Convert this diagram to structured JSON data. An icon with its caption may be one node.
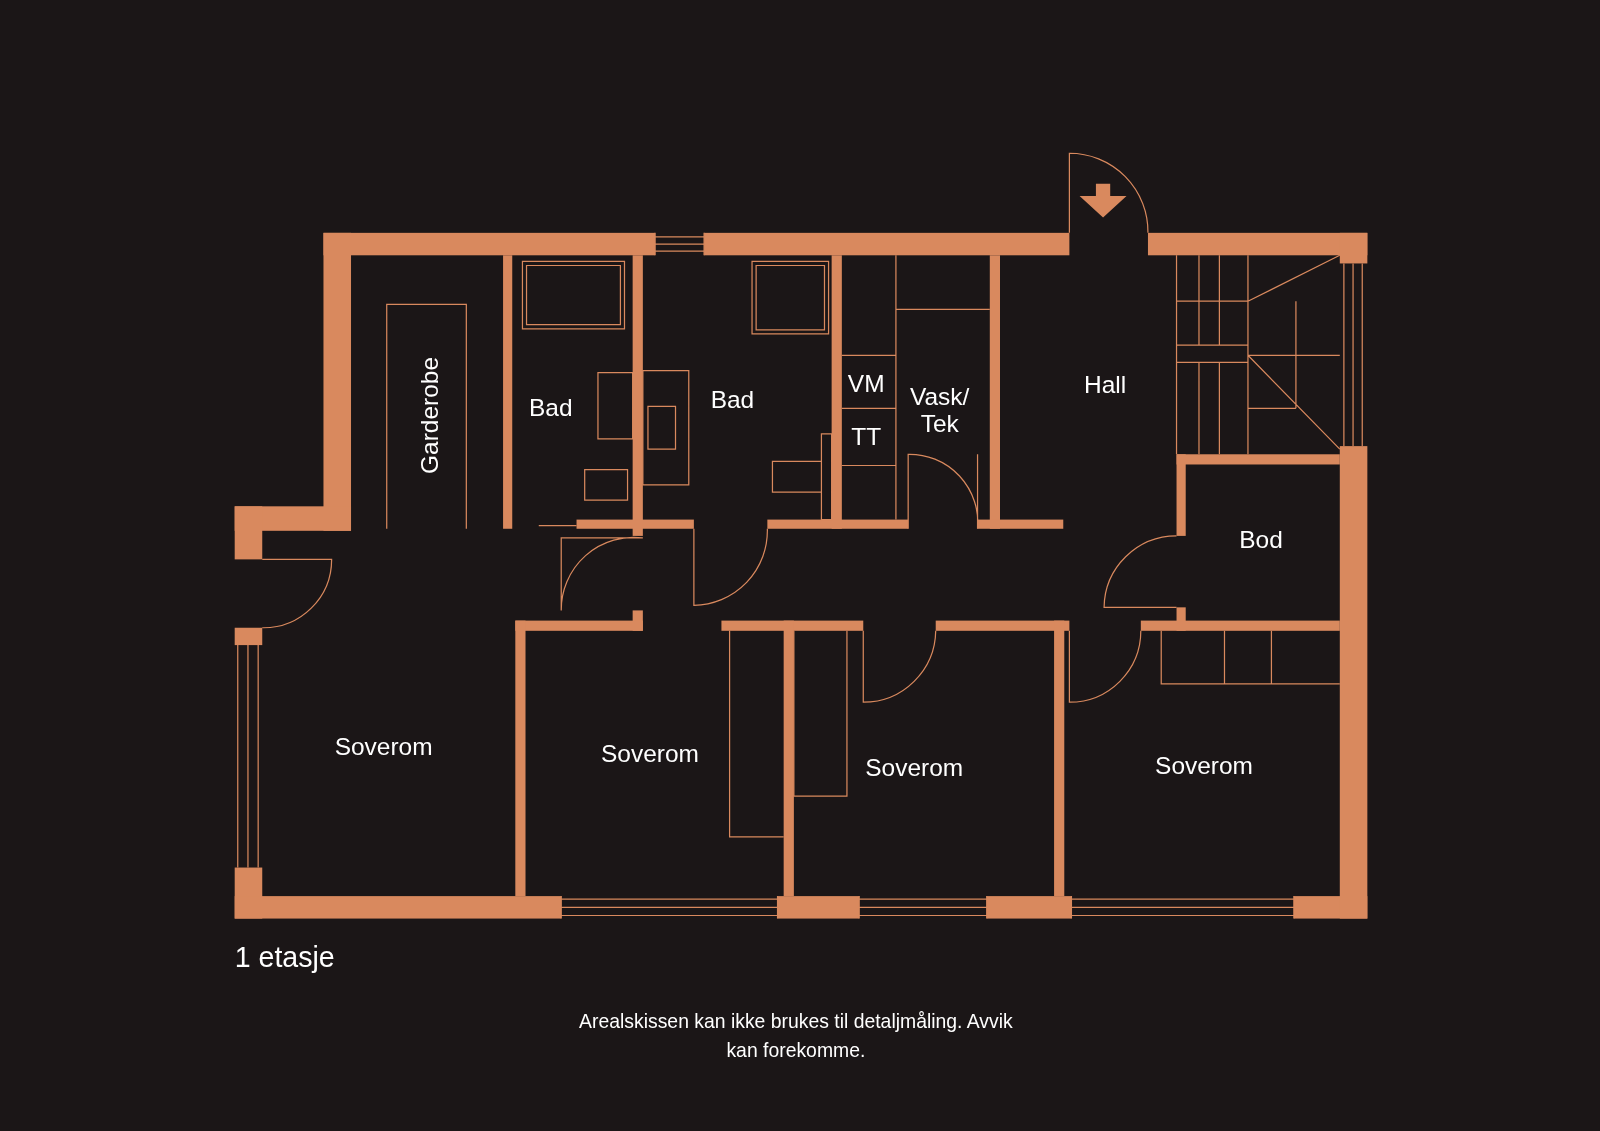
{
  "diagram": {
    "title": "1 etasje",
    "caption": "Arealskissen kan ikke brukes til detaljmåling. Avvik kan forekomme.",
    "labels": [
      "Garderobe",
      "Bad",
      "Bad",
      "VM",
      "TT",
      "Vask/ Tek",
      "Hall",
      "Bod",
      "Soverom",
      "Soverom",
      "Soverom",
      "Soverom"
    ]
  }
}
